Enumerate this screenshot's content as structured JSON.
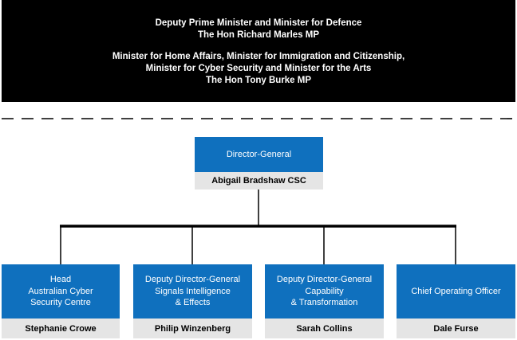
{
  "ministers": {
    "block1": [
      "Deputy Prime Minister and Minister for Defence",
      "The Hon Richard Marles MP"
    ],
    "block2": [
      "Minister for Home Affairs, Minister for Immigration and Citizenship,",
      "Minister for Cyber Security and Minister for the Arts",
      "The Hon Tony Burke MP"
    ]
  },
  "director_general": {
    "role": [
      "Director-General"
    ],
    "name": "Abigail Bradshaw CSC"
  },
  "reports": [
    {
      "role": [
        "Head",
        "Australian Cyber",
        "Security Centre"
      ],
      "name": "Stephanie Crowe"
    },
    {
      "role": [
        "Deputy Director-General",
        "Signals Intelligence",
        "& Effects"
      ],
      "name": "Philip Winzenberg"
    },
    {
      "role": [
        "Deputy Director-General",
        "Capability",
        "& Transformation"
      ],
      "name": "Sarah Collins"
    },
    {
      "role": [
        "Chief Operating Officer"
      ],
      "name": "Dale Furse"
    }
  ],
  "colors": {
    "minister_bg": "#000000",
    "role_bg": "#0f70be",
    "name_bg": "#e5e5e5",
    "connector": "#000000"
  }
}
